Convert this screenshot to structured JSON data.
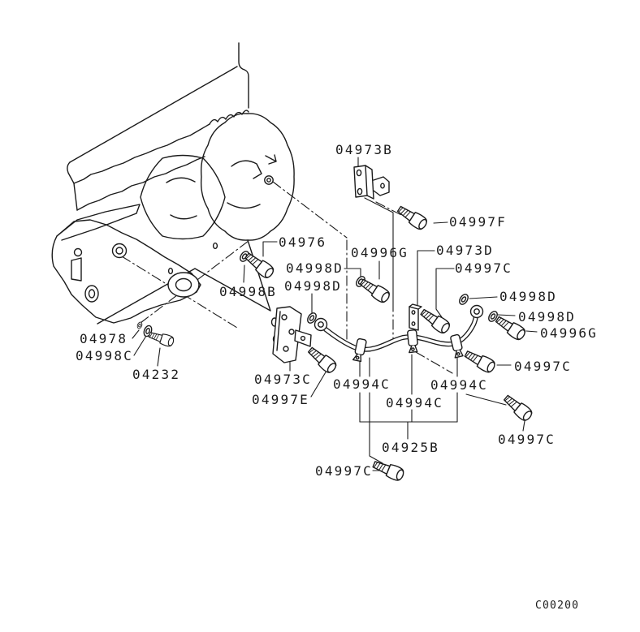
{
  "colors": {
    "line": "#1b1b1b",
    "background": "#ffffff"
  },
  "labels": [
    {
      "text": "04973B"
    },
    {
      "text": "04997F"
    },
    {
      "text": "04976"
    },
    {
      "text": "04996G"
    },
    {
      "text": "04973D"
    },
    {
      "text": "04998D"
    },
    {
      "text": "04997C"
    },
    {
      "text": "04998D"
    },
    {
      "text": "04998B"
    },
    {
      "text": "04998D"
    },
    {
      "text": "04998D"
    },
    {
      "text": "04996G"
    },
    {
      "text": "04978"
    },
    {
      "text": "04998C"
    },
    {
      "text": "04997C"
    },
    {
      "text": "04232"
    },
    {
      "text": "04973C"
    },
    {
      "text": "04994C"
    },
    {
      "text": "04994C"
    },
    {
      "text": "04997E"
    },
    {
      "text": "04994C"
    },
    {
      "text": "04997C"
    },
    {
      "text": "04925B"
    },
    {
      "text": "04997C"
    }
  ],
  "footer": {
    "drawing_code": "C00200"
  }
}
